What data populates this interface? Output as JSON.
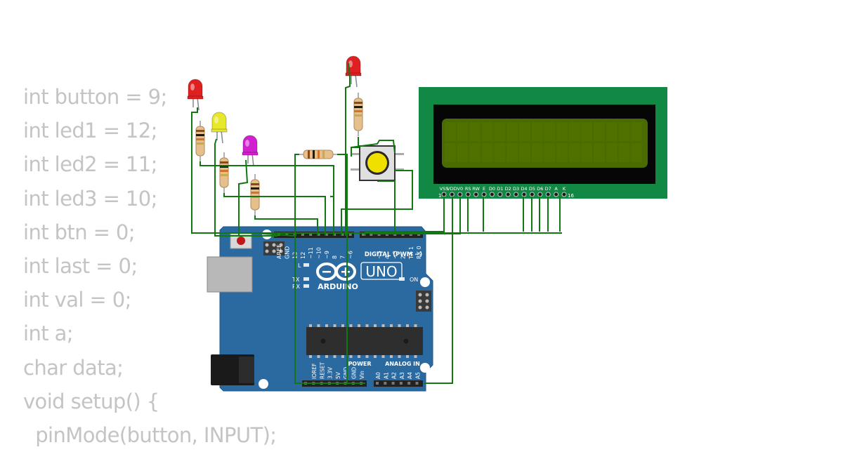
{
  "code_lines": [
    "int button = 9;",
    "int led1 = 12;",
    "int led2 = 11;",
    "int led3 = 10;",
    "int btn = 0;",
    "int last = 0;",
    "int val = 0;",
    "int a;",
    "char data;",
    "void setup() {",
    "  pinMode(button, INPUT);"
  ],
  "arduino": {
    "brand": "ARDUINO",
    "model": "UNO",
    "digital_header": "DIGITAL (PWM ~)",
    "power_header": "POWER",
    "analog_header": "ANALOG IN",
    "on_label": "ON",
    "l_label": "L",
    "tx_label": "TX",
    "rx_label": "RX",
    "digital_pins": [
      "AREF",
      "GND",
      "13",
      "12",
      "~11",
      "~10",
      "~9",
      "8",
      "7",
      "~6",
      "~5",
      "4",
      "~3",
      "2",
      "TX 1",
      "RX 0"
    ],
    "power_pins": [
      "IOREF",
      "RESET",
      "3.3V",
      "5V",
      "GND",
      "GND",
      "Vin"
    ],
    "analog_pins": [
      "A0",
      "A1",
      "A2",
      "A3",
      "A4",
      "A5"
    ]
  },
  "lcd": {
    "pins": [
      "VSS",
      "VDD",
      "V0",
      "RS",
      "RW",
      "E",
      "D0",
      "D1",
      "D2",
      "D3",
      "D4",
      "D5",
      "D6",
      "D7",
      "A",
      "K"
    ],
    "pin_first": "1",
    "pin_last": "16"
  },
  "leds": [
    {
      "name": "led-red-1",
      "color": "#e02020"
    },
    {
      "name": "led-yellow",
      "color": "#e8e82a"
    },
    {
      "name": "led-magenta",
      "color": "#d020d0"
    },
    {
      "name": "led-red-2",
      "color": "#e02020"
    }
  ],
  "colors": {
    "board": "#2b6aa0",
    "wire": "#117711",
    "lcd_frame": "#118844",
    "lcd_screen": "#4a6b00",
    "button_cap": "#f0e000"
  }
}
